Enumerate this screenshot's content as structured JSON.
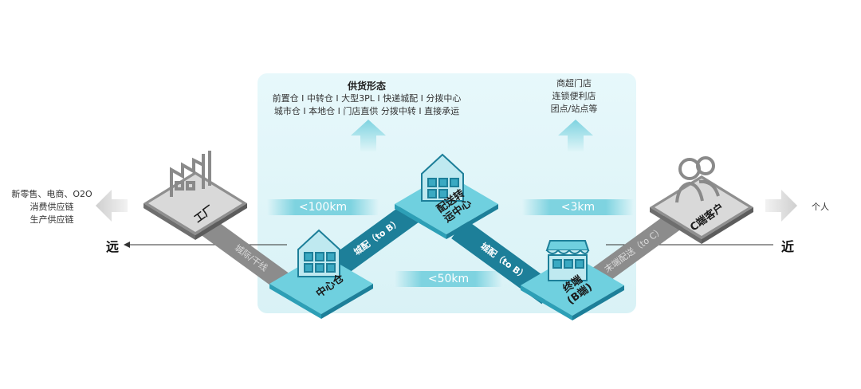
{
  "supply": {
    "title": "供货形态",
    "line1": "前置仓 I 中转仓 I  大型3PL I 快递城配 I 分拨中心",
    "line2": "城市仓 I 本地仓 I 门店直供   分拨中转 I 直接承运"
  },
  "stores": {
    "line1": "商超门店",
    "line2": "连锁便利店",
    "line3": "团点/站点等"
  },
  "left_text": {
    "line1": "新零售、电商、O2O",
    "line2": "消费供应链",
    "line3": "生产供应链"
  },
  "right_text": "个人",
  "far_label": "远",
  "near_label": "近",
  "nodes": {
    "factory": "工厂",
    "central": "中心仓",
    "hub_line1": "配送转",
    "hub_line2": "运中心",
    "terminal_line1": "终端",
    "terminal_line2": "(B端)",
    "customer": "C端客户"
  },
  "roads": {
    "trunk": "城际/干线",
    "city_b_left": "城配（to B）",
    "city_b_right": "城配（to B）",
    "last_mile": "末端配送（to C）"
  },
  "distances": {
    "d100": "<100km",
    "d3": "<3km",
    "d50": "<50km"
  },
  "colors": {
    "panel": "#e1f5f8",
    "tile_top": "#6fd0df",
    "tile_side": "#2d9fb6",
    "road": "#1d7f99",
    "grey_tile": "#8f8f8f",
    "band": "#7ed3e0"
  },
  "icons": {
    "factory": "factory-icon",
    "warehouse": "warehouse-icon",
    "hub": "house-icon",
    "shop": "shop-icon",
    "customer": "person-icon",
    "up_arrow": "up-arrow-icon",
    "left_arrow": "left-arrow-icon",
    "right_arrow": "right-arrow-icon"
  }
}
